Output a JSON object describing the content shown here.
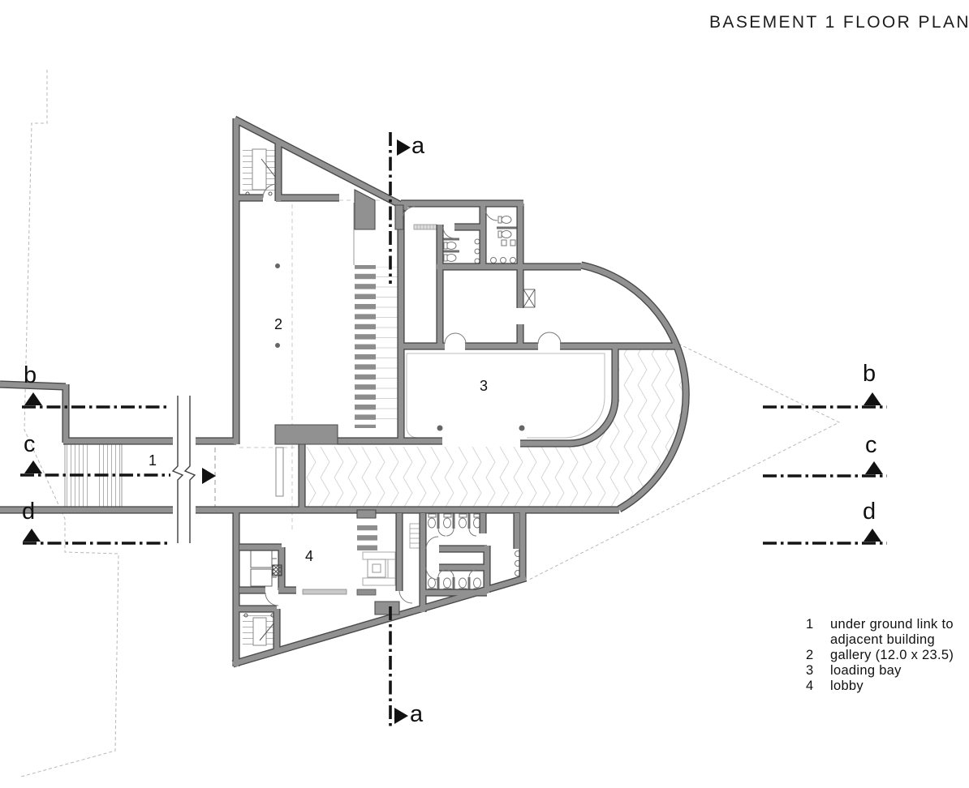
{
  "title": "BASEMENT 1 FLOOR PLAN",
  "section_markers": {
    "a_top": "a",
    "a_bottom": "a",
    "b_left": "b",
    "b_right": "b",
    "c_left": "c",
    "c_right": "c",
    "d_left": "d",
    "d_right": "d"
  },
  "room_labels": {
    "underground_link": "1",
    "gallery": "2",
    "loading_bay": "3",
    "lobby": "4"
  },
  "legend": {
    "items": [
      {
        "num": "1",
        "label": "under ground link to adjacent building"
      },
      {
        "num": "2",
        "label": "gallery (12.0 x 23.5)"
      },
      {
        "num": "3",
        "label": "loading bay"
      },
      {
        "num": "4",
        "label": "lobby"
      }
    ]
  },
  "colors": {
    "wall_fill": "#919191",
    "wall_outline": "#4a4a4a",
    "section_line": "#141414",
    "hatch_line": "#d2d2d2",
    "site_dash": "#b8b8b8"
  }
}
